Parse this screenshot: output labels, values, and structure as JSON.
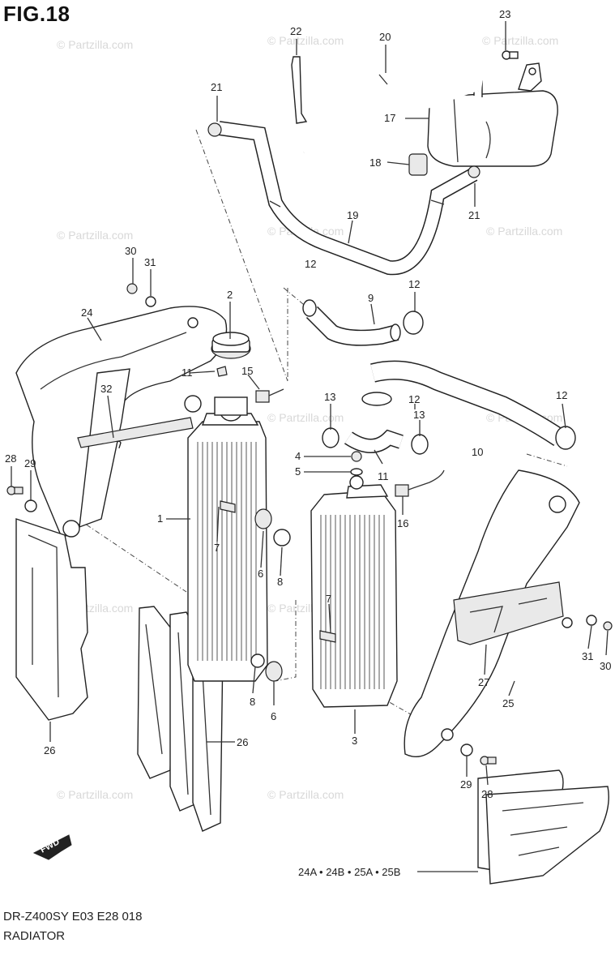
{
  "figure_title": "FIG.18",
  "footer": {
    "model_code": "DR-Z400SY  E03  E28  018",
    "section_name": "RADIATOR"
  },
  "watermark": "© Partzilla.com",
  "fwd_badge": "FWD",
  "callouts": {
    "c1": "1",
    "c2": "2",
    "c3": "3",
    "c4": "4",
    "c5": "5",
    "c6a": "6",
    "c6b": "6",
    "c7a": "7",
    "c7b": "7",
    "c8a": "8",
    "c8b": "8",
    "c9": "9",
    "c10": "10",
    "c11a": "11",
    "c11b": "11",
    "c12a": "12",
    "c12b": "12",
    "c12c": "12",
    "c12d": "12",
    "c13a": "13",
    "c13b": "13",
    "c15": "15",
    "c16": "16",
    "c17": "17",
    "c18": "18",
    "c19": "19",
    "c20": "20",
    "c21a": "21",
    "c21b": "21",
    "c22": "22",
    "c23": "23",
    "c24": "24",
    "c24set": "24A • 24B • 25A • 25B",
    "c25": "25",
    "c26a": "26",
    "c26b": "26",
    "c27": "27",
    "c28a": "28",
    "c28b": "28",
    "c29a": "29",
    "c29b": "29",
    "c30a": "30",
    "c30b": "30",
    "c31a": "31",
    "c31b": "31",
    "c32": "32"
  }
}
